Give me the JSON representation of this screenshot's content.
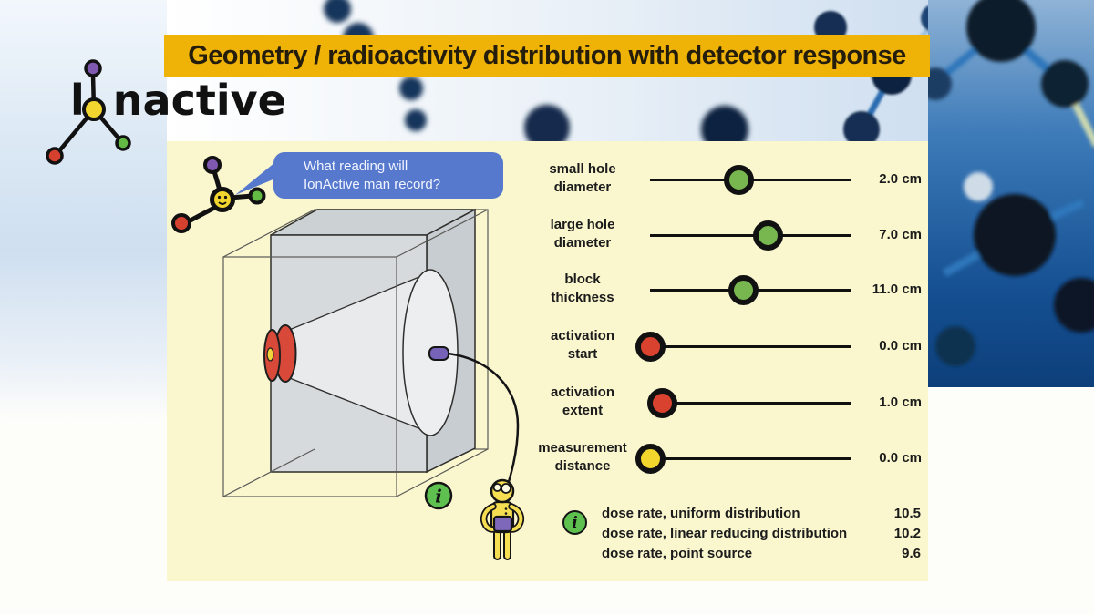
{
  "banner": {
    "title": "Geometry / radioactivity distribution with detector response",
    "bg_color": "#EFB207"
  },
  "logo": {
    "brand": "Ionactive",
    "prefix": "l",
    "suffix": "nactive",
    "atom_colors": {
      "center": "#F2D52E",
      "top": "#7F58B0",
      "right": "#62B944",
      "left": "#D6402F"
    }
  },
  "speech_bubble": {
    "line1": "What reading will",
    "line2": "IonActive man record?",
    "bg_color": "#5679CE"
  },
  "sliders": [
    {
      "label1": "small hole",
      "label2": "diameter",
      "value": "2.0 cm",
      "knob_color": "#78B750",
      "knob_fraction": 0.445
    },
    {
      "label1": "large hole",
      "label2": "diameter",
      "value": "7.0 cm",
      "knob_color": "#78B750",
      "knob_fraction": 0.59
    },
    {
      "label1": "block",
      "label2": "thickness",
      "value": "11.0 cm",
      "knob_color": "#78B750",
      "knob_fraction": 0.465
    },
    {
      "label1": "activation",
      "label2": "start",
      "value": "0.0 cm",
      "knob_color": "#D8422F",
      "knob_fraction": 0.0
    },
    {
      "label1": "activation",
      "label2": "extent",
      "value": "1.0 cm",
      "knob_color": "#D8422F",
      "knob_fraction": 0.063
    },
    {
      "label1": "measurement",
      "label2": "distance",
      "value": "0.0 cm",
      "knob_color": "#F2D62E",
      "knob_fraction": 0.0
    }
  ],
  "dose_rates": [
    {
      "label": "dose rate, uniform distribution",
      "value": "10.5"
    },
    {
      "label": "dose rate, linear reducing distribution",
      "value": "10.2"
    },
    {
      "label": "dose rate, point source",
      "value": "9.6"
    }
  ],
  "info_icon": {
    "glyph": "i",
    "bg_color": "#5EC04F"
  },
  "diagram_colors": {
    "block_front": "#D6DADC",
    "block_top": "#CCD1D4",
    "block_side": "#C8CDD1",
    "cone": "#E8EAEC",
    "source_red": "#D9493A",
    "detector_purple": "#7663B8",
    "man_yellow": "#F6DE52",
    "ratemeter_purple": "#7E68BA"
  }
}
